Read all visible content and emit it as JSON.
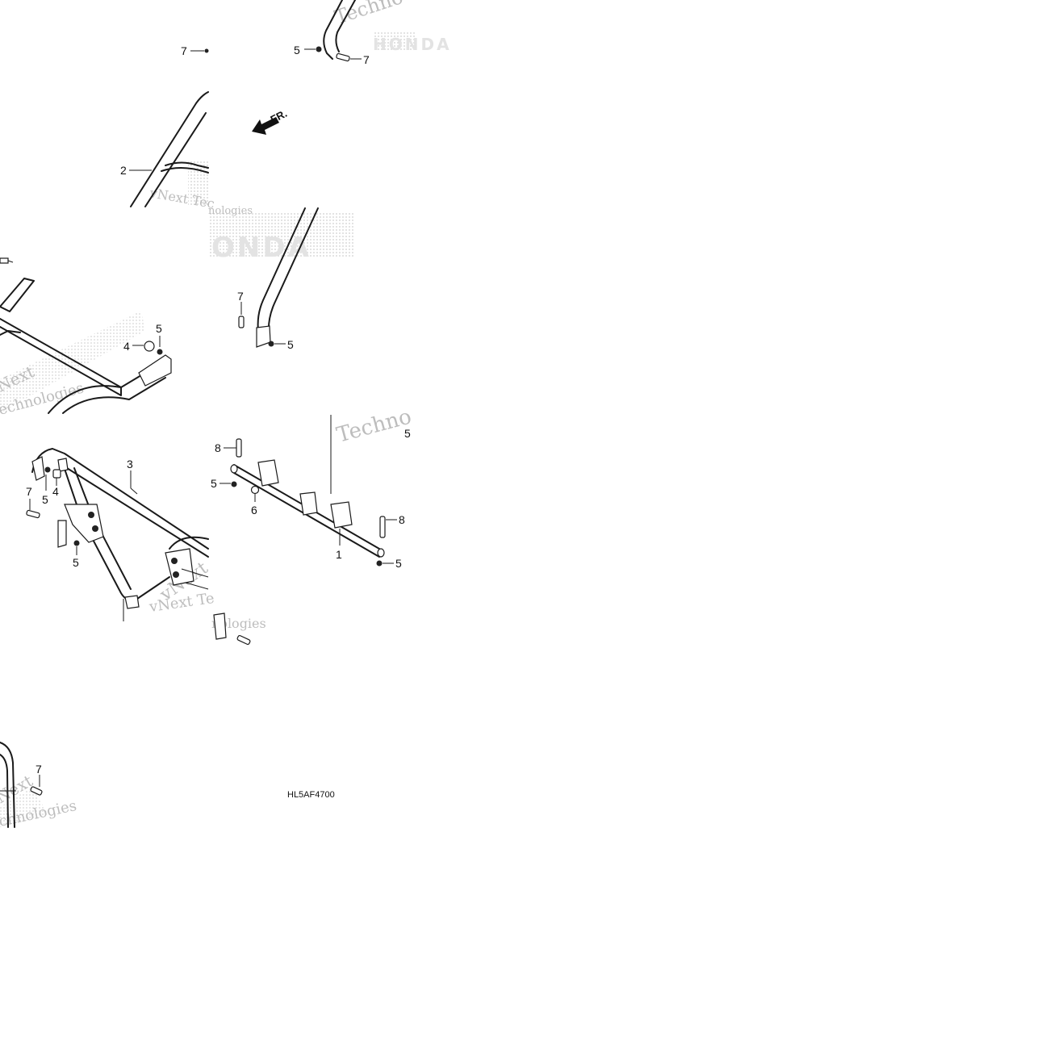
{
  "diagram": {
    "direction_label": "FR.",
    "drawing_code": "HL5AF4700",
    "callouts": {
      "c1": "1",
      "c2": "2",
      "c3": "3",
      "c4a": "4",
      "c4b": "4",
      "c5a": "5",
      "c5b": "5",
      "c5c": "5",
      "c5d": "5",
      "c5e": "5",
      "c5f": "5",
      "c5g": "5",
      "c5h": "5",
      "c6": "6",
      "c7a": "7",
      "c7b": "7",
      "c7c": "7",
      "c7d": "7",
      "c7e": "7",
      "c8a": "8",
      "c8b": "8"
    },
    "watermarks": {
      "w1": "Techno",
      "w2": "vNext Tec",
      "w3": "nologies",
      "w4": "ONDA",
      "w5": "Next",
      "w6": "echnologies",
      "w7": "Techno",
      "w8": "vNext Te",
      "w9": "nologies",
      "w10": "Next",
      "w11": "chnologies",
      "w12": "vNext",
      "w13": "HONDA"
    }
  }
}
